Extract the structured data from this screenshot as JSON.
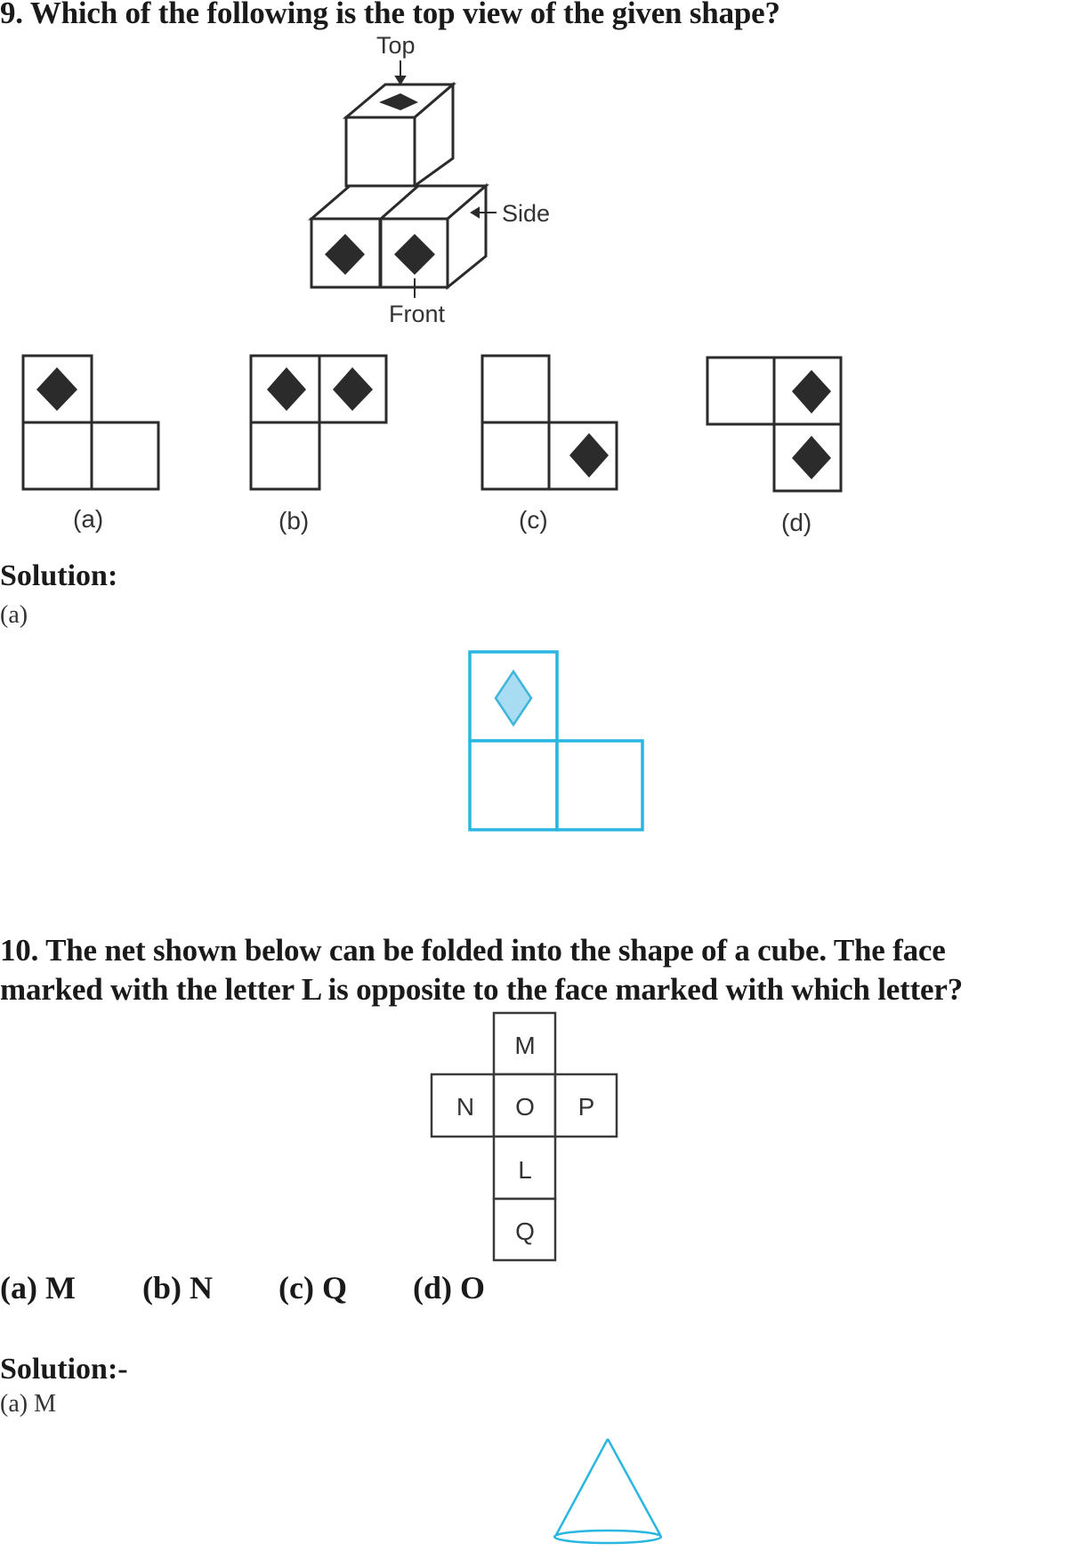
{
  "q9": {
    "title": "9. Which of the following is the top view of the given shape?",
    "figure_labels": {
      "top": "Top",
      "side": "Side",
      "front": "Front"
    },
    "options": [
      {
        "label": "(a)",
        "description": "L-shape: top-left square with diamond, two squares below"
      },
      {
        "label": "(b)",
        "description": "Two top squares with diamonds, one square below left"
      },
      {
        "label": "(c)",
        "description": "Top-left square, two squares below, diamond in bottom-right"
      },
      {
        "label": "(d)",
        "description": "Two top squares, diamond in top-right, square below right with diamond"
      }
    ],
    "solution_heading": "Solution:",
    "solution_answer": "(a)",
    "solution_figure_color": "#29b6e0",
    "solution_diamond_fill": "#a8dcf3"
  },
  "q10": {
    "title_line1": "10. The net shown below can be folded into the shape of a cube. The face",
    "title_line2": "marked with the letter L is opposite to the face marked with which letter?",
    "net": {
      "top": "M",
      "left": "N",
      "center": "O",
      "right": "P",
      "below": "L",
      "bottom": "Q"
    },
    "options": [
      {
        "label": "(a) M"
      },
      {
        "label": "(b) N"
      },
      {
        "label": "(c) Q"
      },
      {
        "label": "(d) O"
      }
    ],
    "solution_heading": "Solution:-",
    "solution_answer": "(a) M",
    "cone_color": "#29b6e0"
  }
}
